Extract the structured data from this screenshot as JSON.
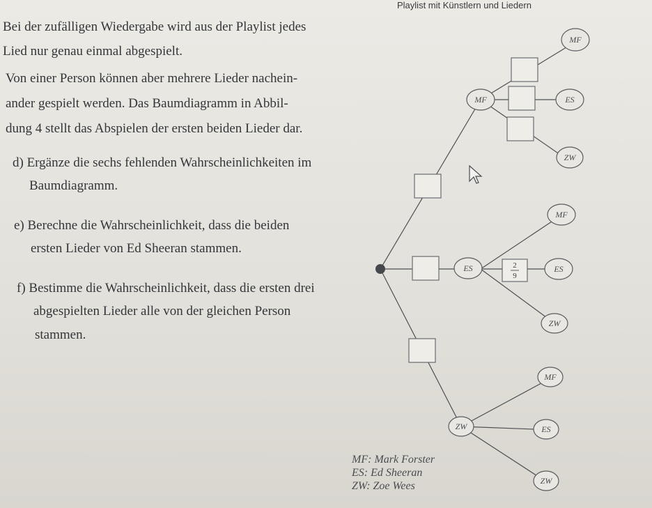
{
  "heading": "Playlist mit Künstlern und Liedern",
  "intro": [
    "Bei der zufälligen Wiedergabe wird aus der Playlist jedes",
    "Lied nur genau einmal abgespielt.",
    "Von einer Person können aber mehrere Lieder nachein-",
    "ander gespielt werden. Das Baumdiagramm in Abbil-",
    "dung 4 stellt das Abspielen der ersten beiden Lieder dar."
  ],
  "task_d": [
    "d) Ergänze die sechs fehlenden Wahrscheinlichkeiten im",
    "Baumdiagramm."
  ],
  "task_e": [
    "e) Berechne die Wahrscheinlichkeit, dass die beiden",
    "ersten Lieder von Ed Sheeran stammen."
  ],
  "task_f": [
    "f) Bestimme die Wahrscheinlichkeit, dass die ersten drei",
    "abgespielten Lieder alle von der gleichen Person",
    "stammen."
  ],
  "tree": {
    "nodes": {
      "mf_1": "MF",
      "es_1": "ES",
      "zw_1": "ZW",
      "mf_11": "MF",
      "es_11": "ES",
      "zw_11": "ZW",
      "mf_21": "MF",
      "es_21": "ES",
      "zw_21": "ZW",
      "mf_31": "MF",
      "es_31": "ES",
      "zw_31": "ZW"
    },
    "given_probability": {
      "numerator": "2",
      "denominator": "9"
    }
  },
  "legend": [
    {
      "abbr": "MF:",
      "name": "Mark Forster"
    },
    {
      "abbr": "ES:",
      "name": "Ed Sheeran"
    },
    {
      "abbr": "ZW:",
      "name": "Zoe Wees"
    }
  ]
}
